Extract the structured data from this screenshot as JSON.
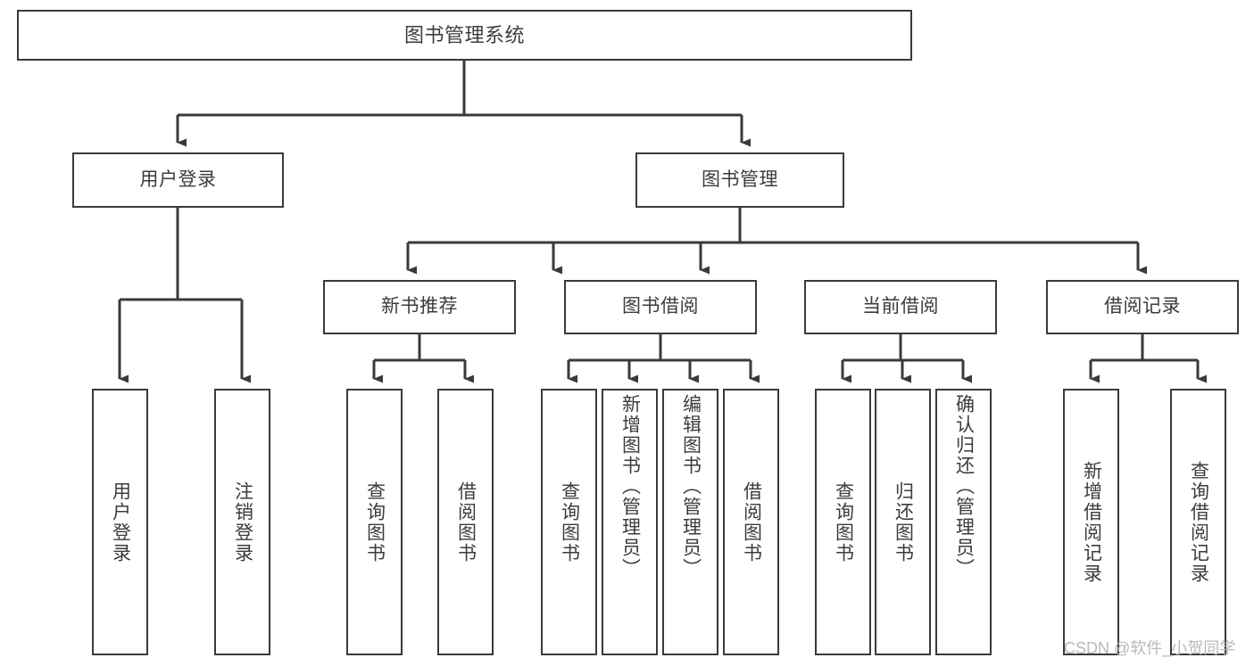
{
  "diagram": {
    "type": "tree",
    "title": "图书管理系统",
    "stroke_color": "#3a3a3a",
    "text_color": "#3c3c3c",
    "background_color": "#ffffff",
    "nodes": {
      "root": {
        "label": "图书管理系统",
        "level": 0
      },
      "user_login": {
        "label": "用户登录",
        "level": 1
      },
      "book_manage": {
        "label": "图书管理",
        "level": 1
      },
      "new_book_rec": {
        "label": "新书推荐",
        "level": 2
      },
      "book_borrow": {
        "label": "图书借阅",
        "level": 2
      },
      "current_borrow": {
        "label": "当前借阅",
        "level": 2
      },
      "borrow_record": {
        "label": "借阅记录",
        "level": 2
      },
      "leaf_user_login": {
        "label": "用户登录",
        "level": 3
      },
      "leaf_user_logout": {
        "label": "注销登录",
        "level": 3
      },
      "leaf_query_book_1": {
        "label": "查询图书",
        "level": 3
      },
      "leaf_borrow_book_1": {
        "label": "借阅图书",
        "level": 3
      },
      "leaf_query_book_2": {
        "label": "查询图书",
        "level": 3
      },
      "leaf_add_book": {
        "label": "新增图书（管理员）",
        "level": 3
      },
      "leaf_edit_book": {
        "label": "编辑图书（管理员）",
        "level": 3
      },
      "leaf_borrow_book_2": {
        "label": "借阅图书",
        "level": 3
      },
      "leaf_query_book_3": {
        "label": "查询图书",
        "level": 3
      },
      "leaf_return_book": {
        "label": "归还图书",
        "level": 3
      },
      "leaf_confirm_return": {
        "label": "确认归还（管理员）",
        "level": 3
      },
      "leaf_add_record": {
        "label": "新增借阅记录",
        "level": 3
      },
      "leaf_query_record": {
        "label": "查询借阅记录",
        "level": 3
      }
    },
    "edges": [
      {
        "from": "root",
        "to": "user_login"
      },
      {
        "from": "root",
        "to": "book_manage"
      },
      {
        "from": "user_login",
        "to": "leaf_user_login"
      },
      {
        "from": "user_login",
        "to": "leaf_user_logout"
      },
      {
        "from": "book_manage",
        "to": "new_book_rec"
      },
      {
        "from": "book_manage",
        "to": "book_borrow"
      },
      {
        "from": "book_manage",
        "to": "current_borrow"
      },
      {
        "from": "book_manage",
        "to": "borrow_record"
      },
      {
        "from": "new_book_rec",
        "to": "leaf_query_book_1"
      },
      {
        "from": "new_book_rec",
        "to": "leaf_borrow_book_1"
      },
      {
        "from": "book_borrow",
        "to": "leaf_query_book_2"
      },
      {
        "from": "book_borrow",
        "to": "leaf_add_book"
      },
      {
        "from": "book_borrow",
        "to": "leaf_edit_book"
      },
      {
        "from": "book_borrow",
        "to": "leaf_borrow_book_2"
      },
      {
        "from": "current_borrow",
        "to": "leaf_query_book_3"
      },
      {
        "from": "current_borrow",
        "to": "leaf_return_book"
      },
      {
        "from": "current_borrow",
        "to": "leaf_confirm_return"
      },
      {
        "from": "borrow_record",
        "to": "leaf_add_record"
      },
      {
        "from": "borrow_record",
        "to": "leaf_query_record"
      }
    ]
  },
  "watermark": {
    "text": "CSDN @软件_小贺同学",
    "color": "#b9b9b9"
  }
}
